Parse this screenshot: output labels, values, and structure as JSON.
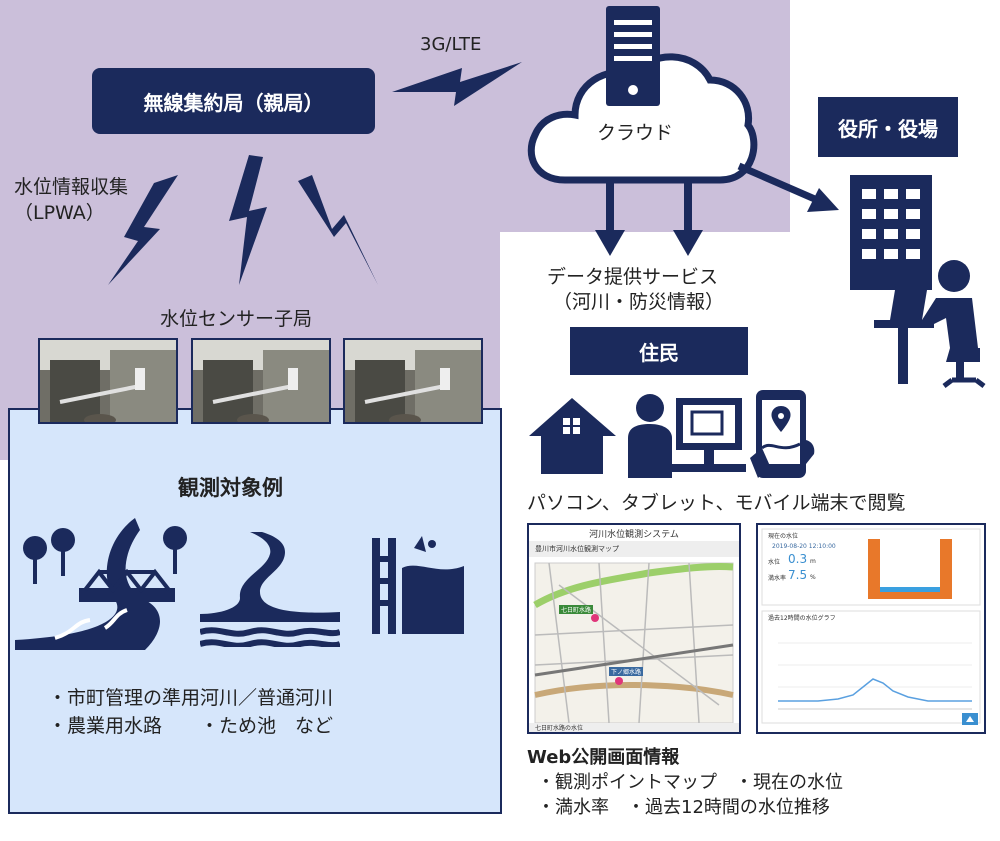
{
  "parent_station": "無線集約局（親局）",
  "network_label": "3G/LTE",
  "cloud_label": "クラウド",
  "office_label": "役所・役場",
  "collection_label": "水位情報収集",
  "lpwa_label": "（LPWA）",
  "sensor_label": "水位センサー子局",
  "data_service_line1": "データ提供サービス",
  "data_service_line2": "（河川・防災情報）",
  "residents_label": "住民",
  "devices_label": "パソコン、タブレット、モバイル端末で閲覧",
  "observation_title": "観測対象例",
  "observation_items": [
    "・市町管理の準用河川／普通河川",
    "・農業用水路　　・ため池　など"
  ],
  "web_info": {
    "title": "Web公開画面情報",
    "line1": "・観測ポイントマップ　・現在の水位",
    "line2": "・満水率　・過去12時間の水位推移"
  },
  "web_shot1": {
    "header": "河川水位観測システム",
    "subheader": "豊川市河川水位観測マップ",
    "footer": "七日町水路の水位",
    "pins": [
      "七日町水路",
      "下ノ郷水路"
    ]
  },
  "web_shot2": {
    "current_title": "現在の水位",
    "datetime": "2019-08-20 12:10:00",
    "level_label": "水位",
    "level_value": "0.3",
    "level_unit": "m",
    "fill_label": "満水率",
    "fill_value": "7.5",
    "fill_unit": "%",
    "graph_title": "過去12時間の水位グラフ"
  },
  "colors": {
    "navy": "#1b2a5c",
    "purple_bg": "#cbbfda",
    "panel_bg": "#d6e6fb",
    "water_orange": "#e8782a",
    "water_blue": "#3aa0e0"
  }
}
